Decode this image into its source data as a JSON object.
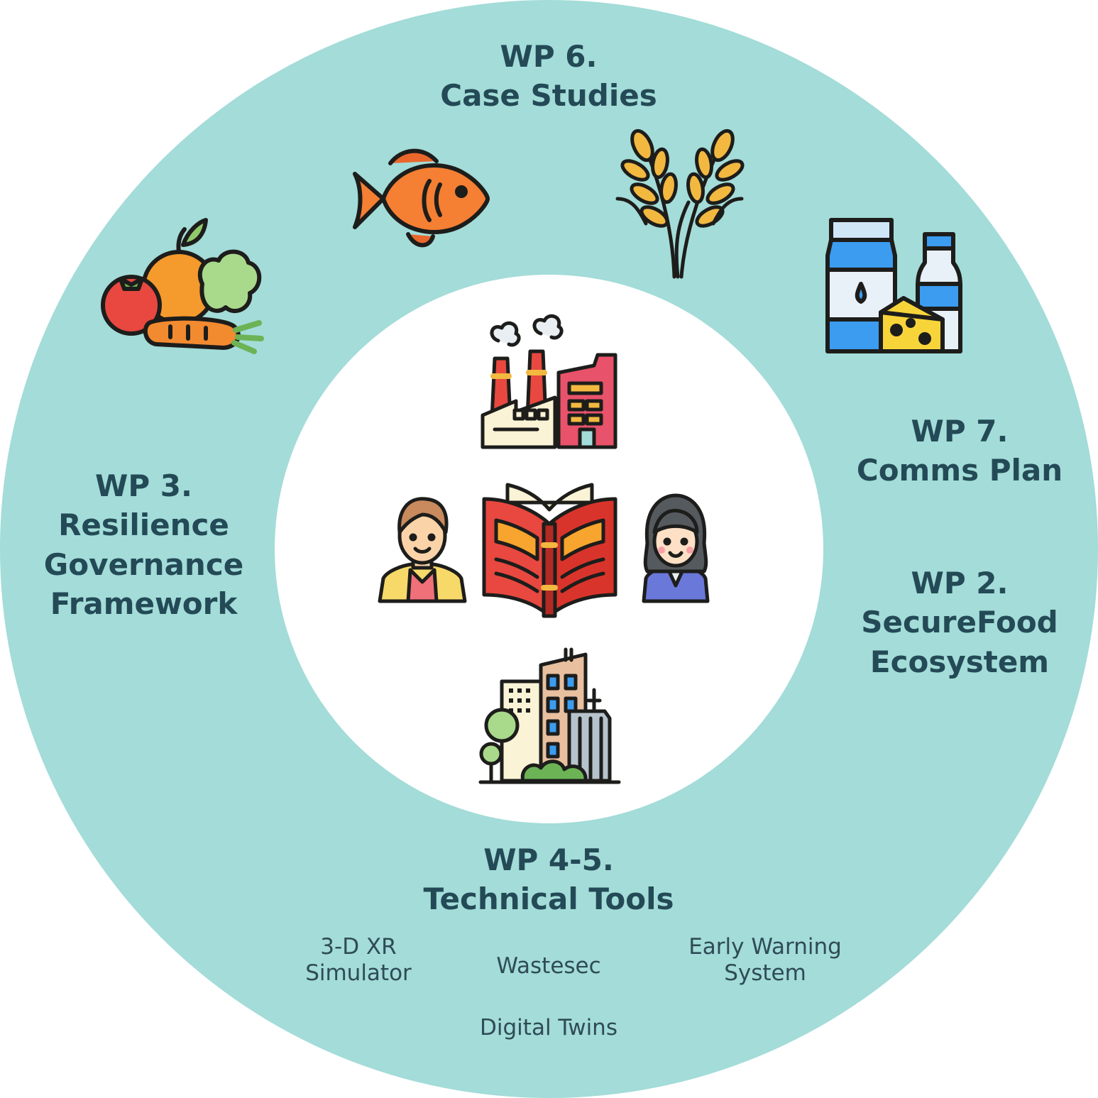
{
  "colors": {
    "ring": "#a3dcd8",
    "title_text": "#234a56",
    "tool_text": "#2f4b57",
    "outline": "#1d1d1b"
  },
  "work_packages": {
    "wp6": {
      "line1": "WP 6.",
      "line2": "Case Studies"
    },
    "wp7": {
      "line1": "WP 7.",
      "line2": "Comms Plan"
    },
    "wp2": {
      "line1": "WP 2.",
      "line2": "SecureFood",
      "line3": "Ecosystem"
    },
    "wp3": {
      "line1": "WP 3.",
      "line2": "Resilience",
      "line3": "Governance",
      "line4": "Framework"
    },
    "wp45": {
      "line1": "WP 4-5.",
      "line2": "Technical Tools"
    }
  },
  "tools": {
    "xr": {
      "line1": "3-D XR",
      "line2": "Simulator"
    },
    "wastesec": "Wastesec",
    "ews": {
      "line1": "Early Warning",
      "line2": "System"
    },
    "twins": "Digital Twins"
  },
  "icons": [
    "vegetables-icon",
    "fish-icon",
    "wheat-icon",
    "dairy-icon",
    "factory-icon",
    "man-icon",
    "book-icon",
    "woman-icon",
    "city-icon"
  ]
}
